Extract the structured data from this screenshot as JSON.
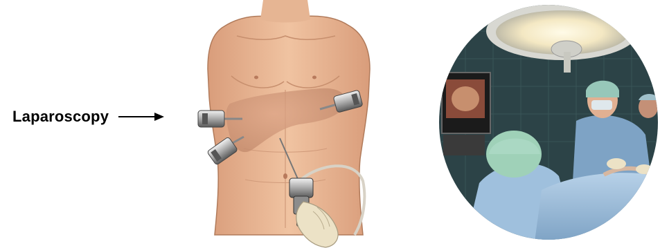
{
  "annotation": {
    "label": "Laparoscopy"
  },
  "colors": {
    "skin": "#e8b593",
    "liver": "#d19a78",
    "glove": "#ece2c6",
    "drape": "#9fc0dd",
    "tile": "#2c4347"
  },
  "icons": {
    "arrow": "right-arrow-icon",
    "illustration": "torso-laparoscopy-illustration",
    "photo": "operating-room-photo"
  }
}
